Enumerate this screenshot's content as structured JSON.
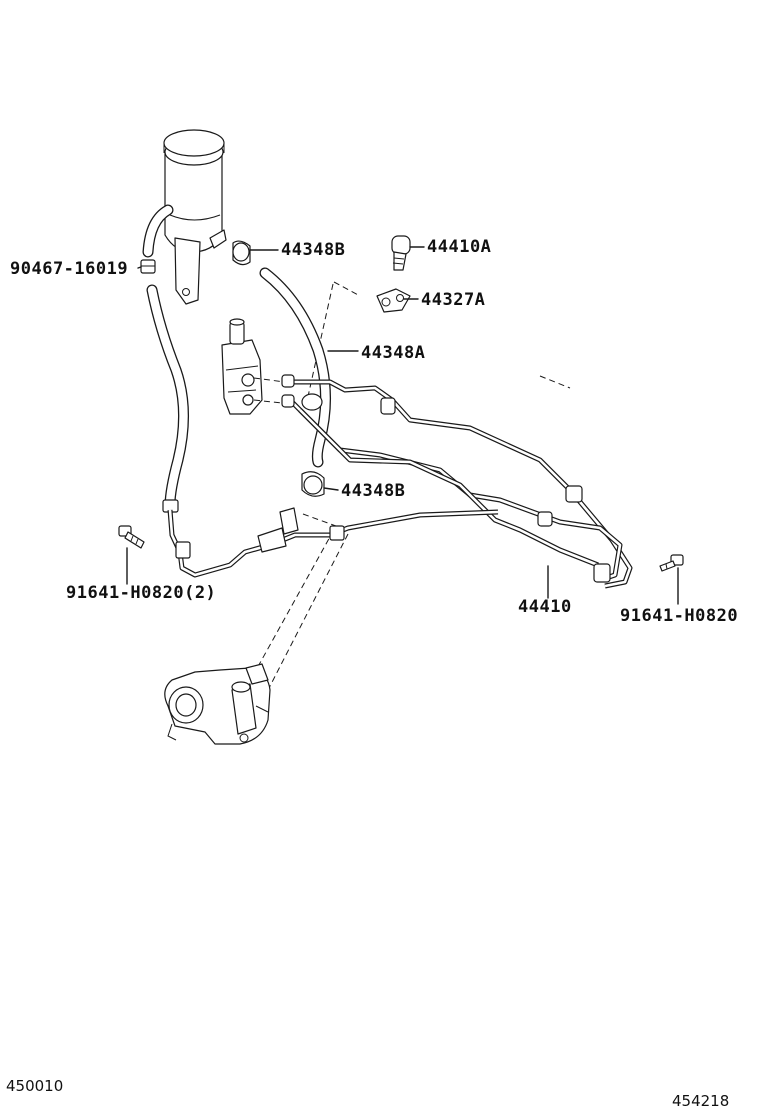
{
  "parts": {
    "reservoir_hose_clamp": "90467-16019",
    "clamp_top": "44348B",
    "union_bolt": "44410A",
    "gasket": "44327A",
    "return_hose": "44348A",
    "clamp_lower": "44348B",
    "bolt_left": "91641-H0820(2)",
    "pressure_tube": "44410",
    "bolt_right": "91641-H0820"
  },
  "footer": {
    "left_code": "450010",
    "right_code": "454218"
  }
}
